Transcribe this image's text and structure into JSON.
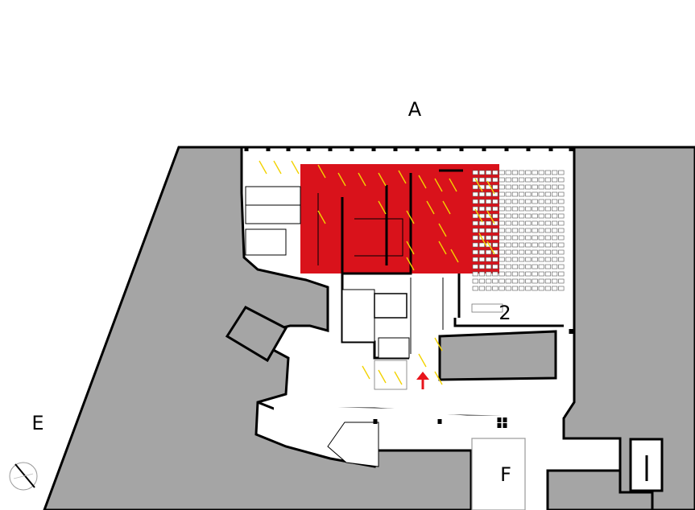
{
  "labels": {
    "A": "A",
    "E": "E",
    "F": "F",
    "room_2": "2"
  },
  "colors": {
    "highlight": "#d9121b",
    "buildings": "#a5a5a5",
    "hatch": "#f2d200",
    "entry_arrow": "#e8141b"
  },
  "icons": {
    "north": "north-arrow-icon",
    "entrance": "entrance-arrow-icon"
  }
}
